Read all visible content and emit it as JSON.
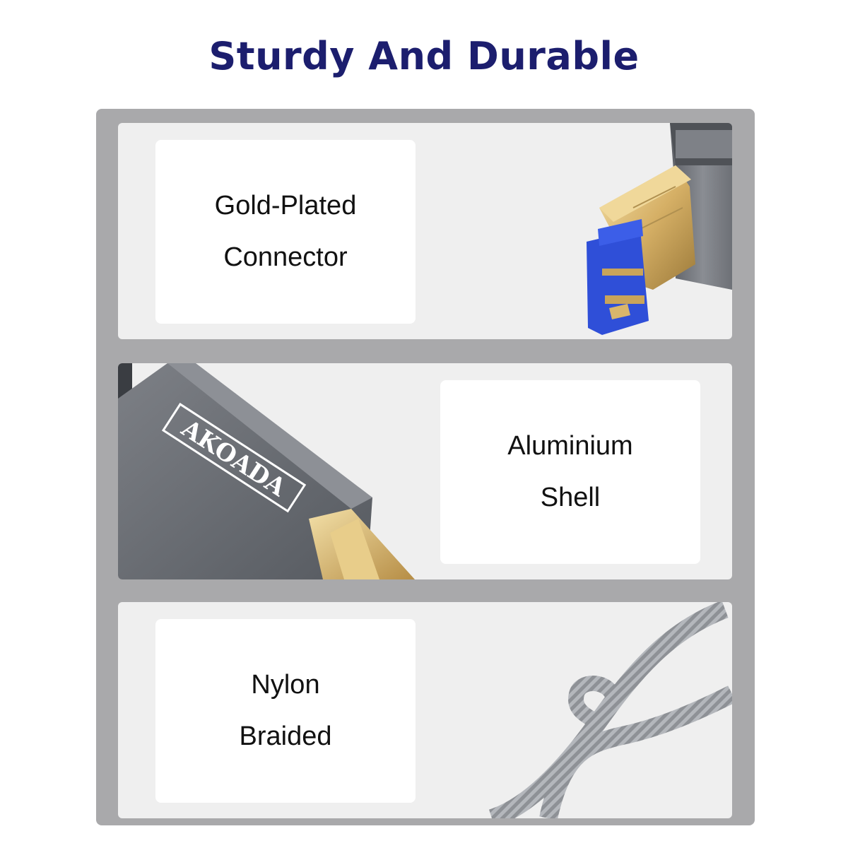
{
  "heading": "Sturdy And Durable",
  "features": [
    {
      "line1": "Gold-Plated",
      "line2": "Connector",
      "illustration": "usb-b-gold-connector"
    },
    {
      "line1": "Aluminium",
      "line2": "Shell",
      "illustration": "aluminium-housing",
      "brand": "AKOADA"
    },
    {
      "line1": "Nylon",
      "line2": "Braided",
      "illustration": "braided-cable"
    }
  ],
  "colors": {
    "heading": "#1c1e6e",
    "frame": "#a9a9ab",
    "panel": "#efefef",
    "gold": "#d9b66c",
    "blue": "#2f4fd8",
    "shell": "#6e7177"
  }
}
